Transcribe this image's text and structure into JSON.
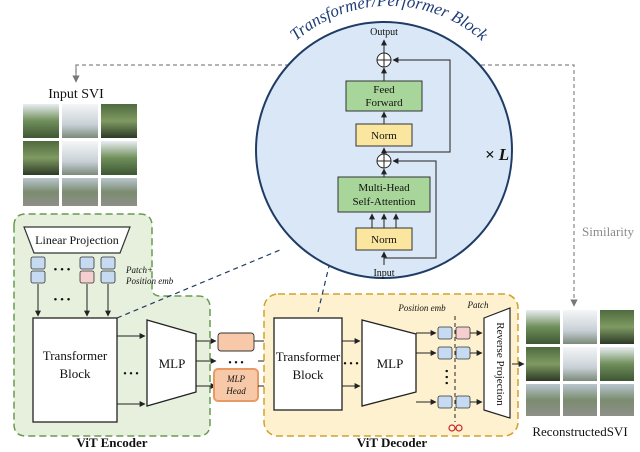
{
  "block": {
    "title": "Transformer/Performer Block",
    "output_label": "Output",
    "input_label": "Input",
    "feed_forward_line1": "Feed",
    "feed_forward_line2": "Forward",
    "norm_top": "Norm",
    "mhsa_line1": "Multi-Head",
    "mhsa_line2": "Self-Attention",
    "norm_bottom": "Norm",
    "repeat_label": "× L"
  },
  "input": {
    "title": "Input SVI"
  },
  "encoder": {
    "label": "ViT Encoder",
    "linear_projection": "Linear Projection",
    "patch_pos_line1": "Patch+",
    "patch_pos_line2": "Position emb",
    "dots": "• • •",
    "transformer_line1": "Transformer",
    "transformer_line2": "Block",
    "mlp": "MLP"
  },
  "middle": {
    "mlp_head_line1": "MLP",
    "mlp_head_line2": "Head",
    "dots": "• • •"
  },
  "decoder": {
    "label": "ViT Decoder",
    "position_emb": "Position emb",
    "patch": "Patch",
    "transformer_line1": "Transformer",
    "transformer_line2": "Block",
    "mlp": "MLP",
    "reverse_projection": "Reverse Projection"
  },
  "output": {
    "title": "ReconstructedSVI",
    "similarity": "Similarity"
  },
  "colors": {
    "encoder_bg": "#e6f0dc",
    "encoder_border": "#6a9a50",
    "decoder_bg": "#fdf1cf",
    "decoder_border": "#d2a22c",
    "circle_bg": "#d9e7f6",
    "circle_border": "#1f3c66",
    "mhsa_green": "#a8d69a",
    "norm_yellow": "#fbe6a0",
    "token_blue": "#c6daf2",
    "token_pink": "#f5cfcf",
    "token_orange": "#f7c9a8",
    "title_blue": "#1f3c78"
  }
}
